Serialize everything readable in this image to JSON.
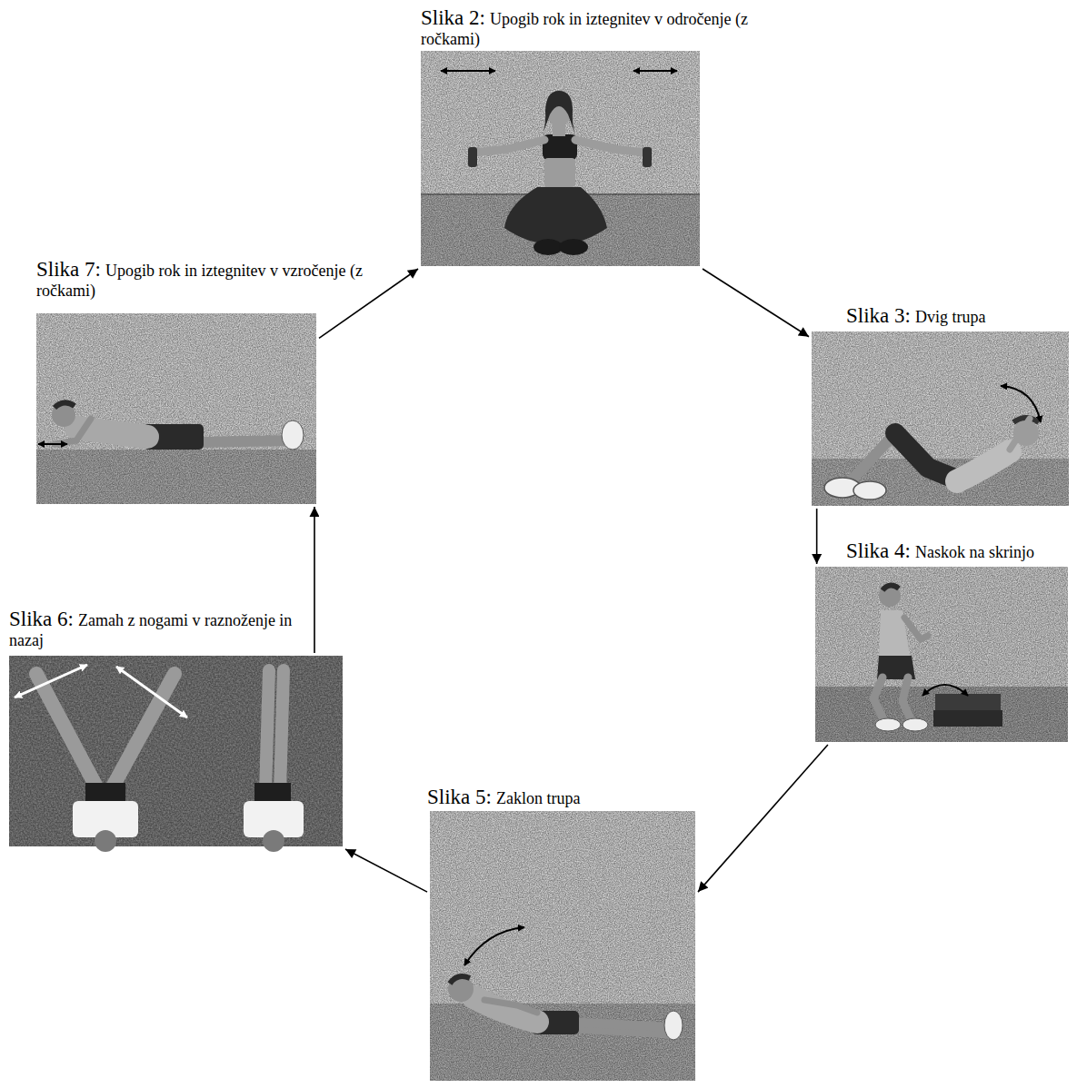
{
  "diagram": {
    "nodes": [
      {
        "text": [
          "Slika 2:",
          "Upogib rok in iztegnitev v odročenje (z ročkami)"
        ]
      },
      {
        "text": [
          "Slika 3:",
          "Dvig trupa"
        ]
      },
      {
        "text": [
          "Slika 4:",
          "Naskok na skrinjo"
        ]
      },
      {
        "text": [
          "Slika 5:",
          "Zaklon trupa"
        ]
      },
      {
        "text": [
          "Slika 6:",
          "Zamah z nogami v raznoženje in nazaj"
        ]
      },
      {
        "text": [
          "Slika 7:",
          "Upogib rok in iztegnitev v vzročenje (z ročkami)"
        ]
      }
    ],
    "edges": [
      {
        "from": 0,
        "to": 1,
        "arrow": "to"
      },
      {
        "from": 1,
        "to": 2,
        "arrow": "to"
      },
      {
        "from": 2,
        "to": 3,
        "arrow": "to"
      },
      {
        "from": 3,
        "to": 4,
        "arrow": "to"
      },
      {
        "from": 4,
        "to": 5,
        "arrow": "to"
      },
      {
        "from": 5,
        "to": 0,
        "arrow": "to"
      }
    ]
  }
}
